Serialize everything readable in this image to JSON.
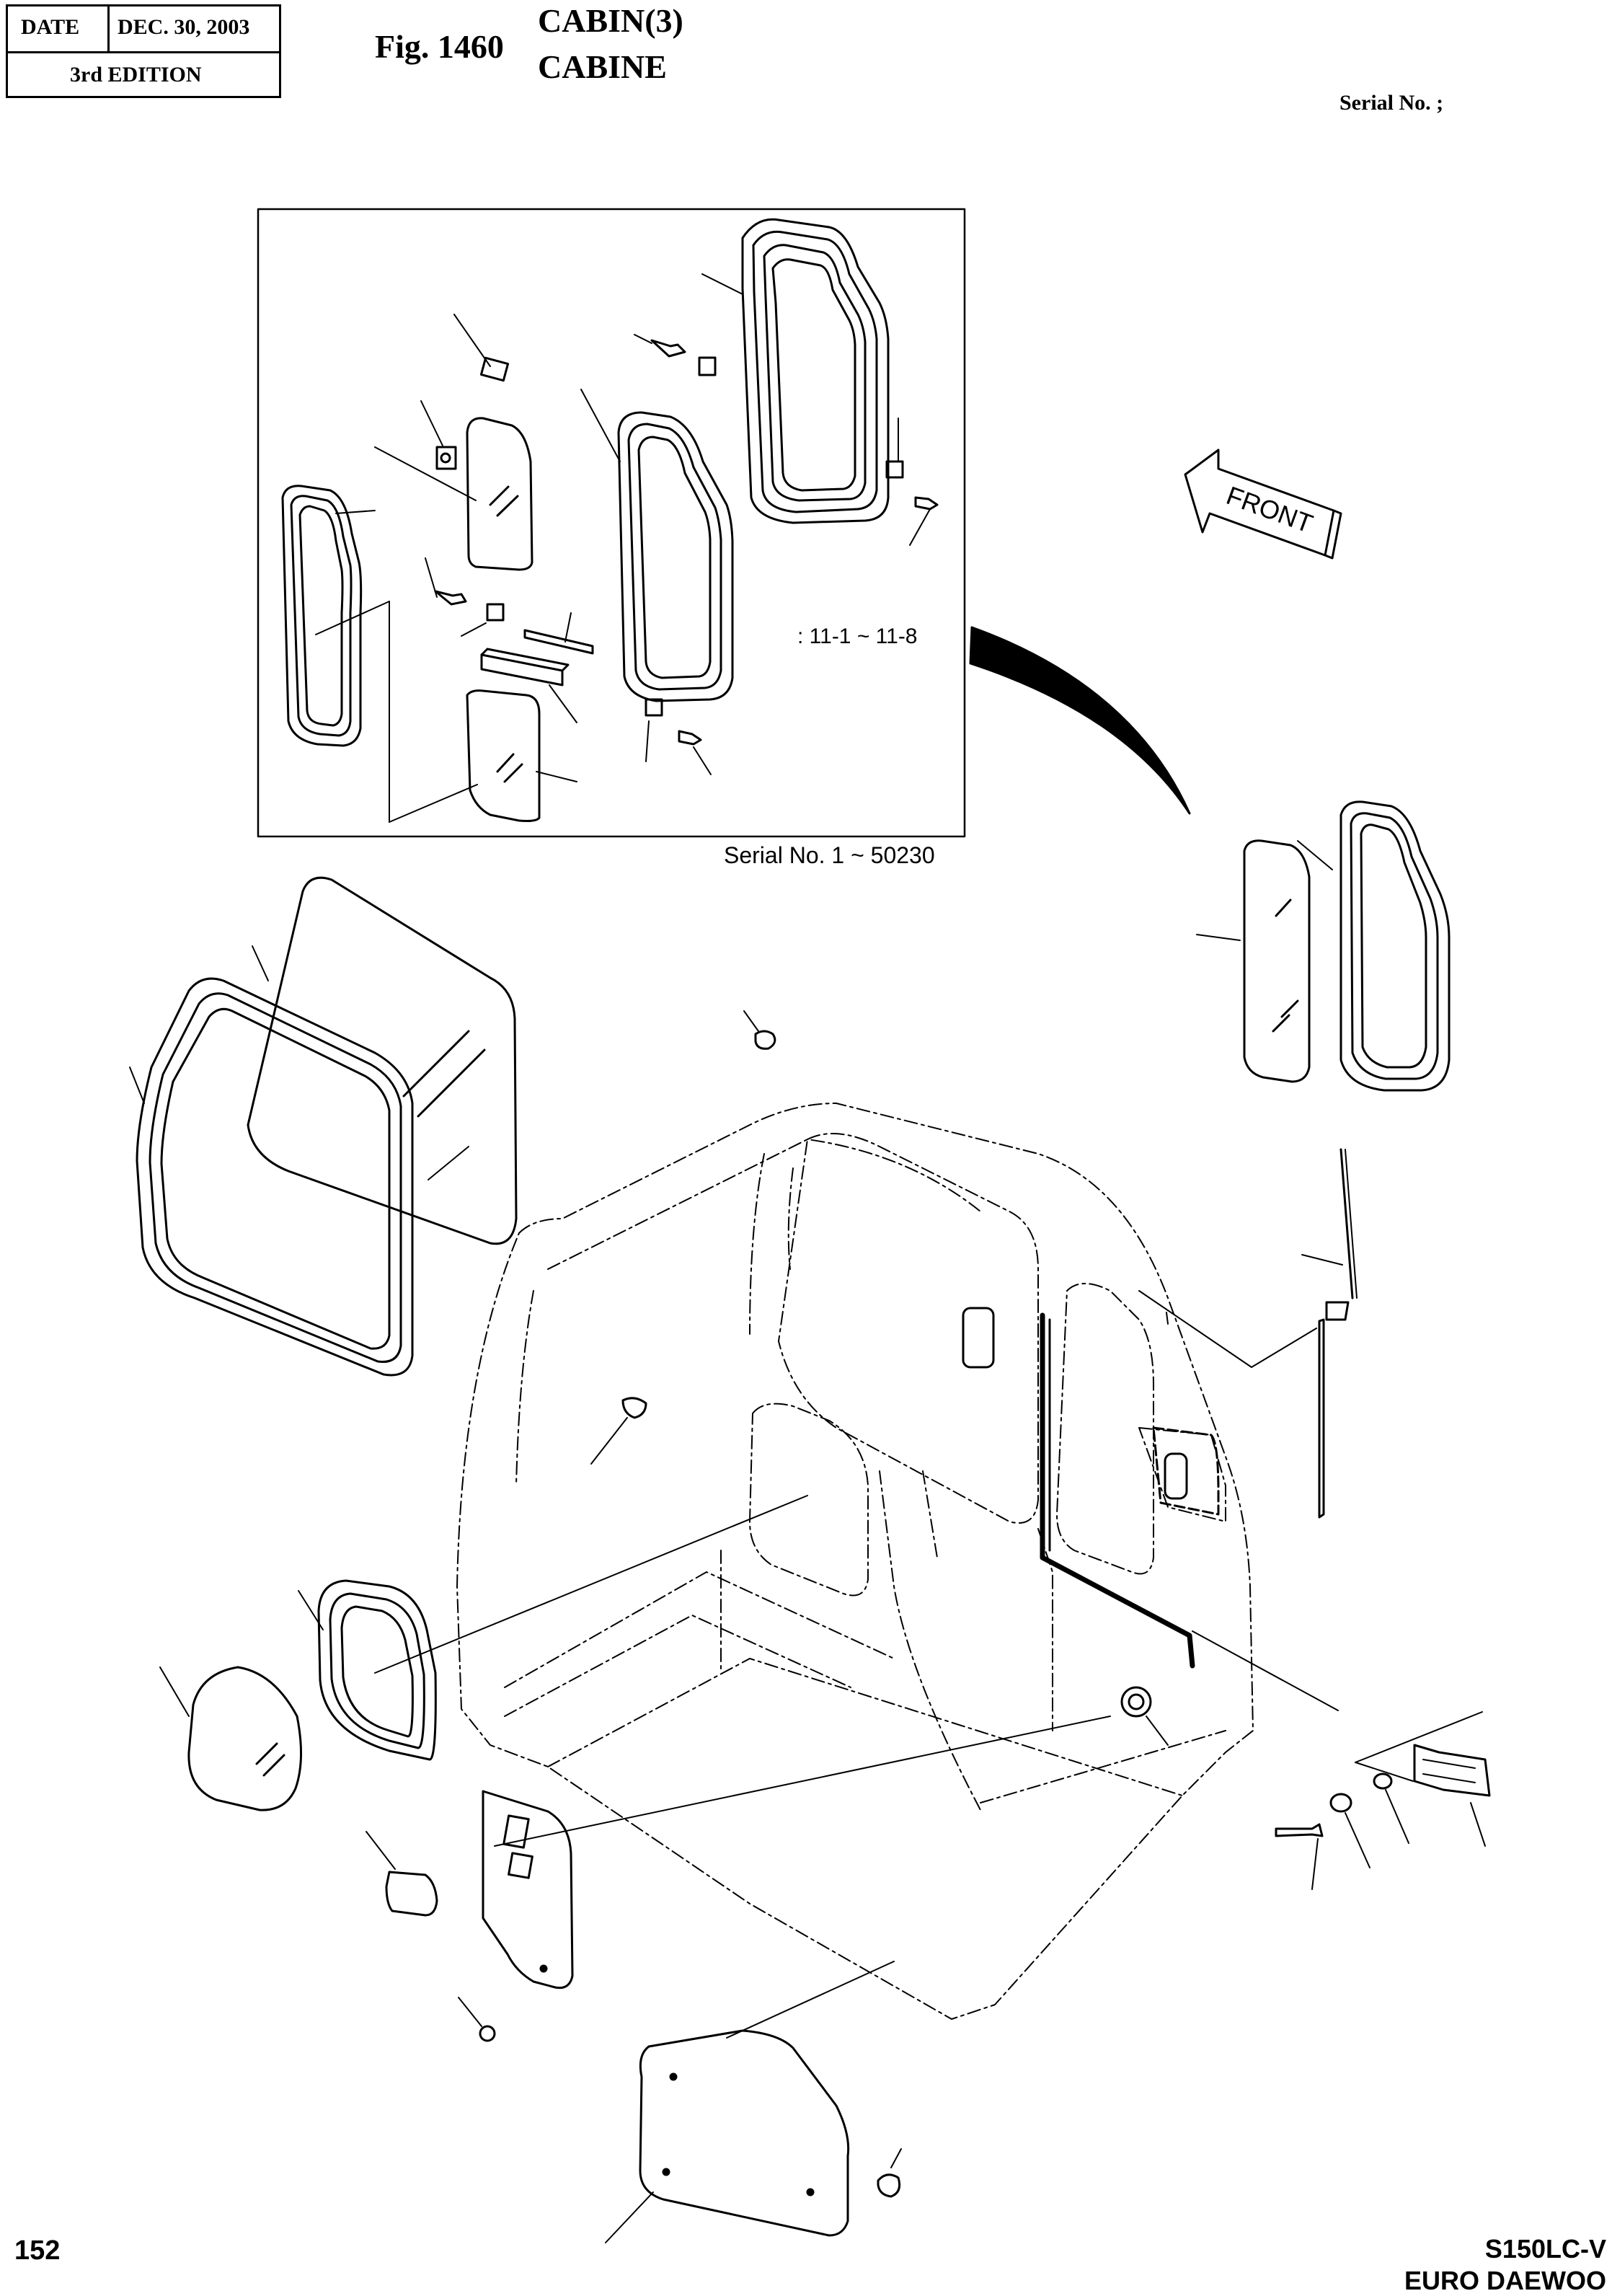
{
  "header": {
    "date_label": "DATE",
    "date_value": "DEC. 30, 2003",
    "edition": "3rd  EDITION"
  },
  "figure": {
    "number": "Fig. 1460",
    "title_line1": "CABIN(3)",
    "title_line2": "CABINE"
  },
  "serial_label": "Serial No. ;",
  "inset": {
    "note": ": 11-1 ~ 11-8",
    "serial_range": "Serial No. 1 ~ 50230"
  },
  "arrow_label": "FRONT",
  "footer": {
    "page_number": "152",
    "model": "S150LC-V",
    "brand": "EURO DAEWOO"
  }
}
